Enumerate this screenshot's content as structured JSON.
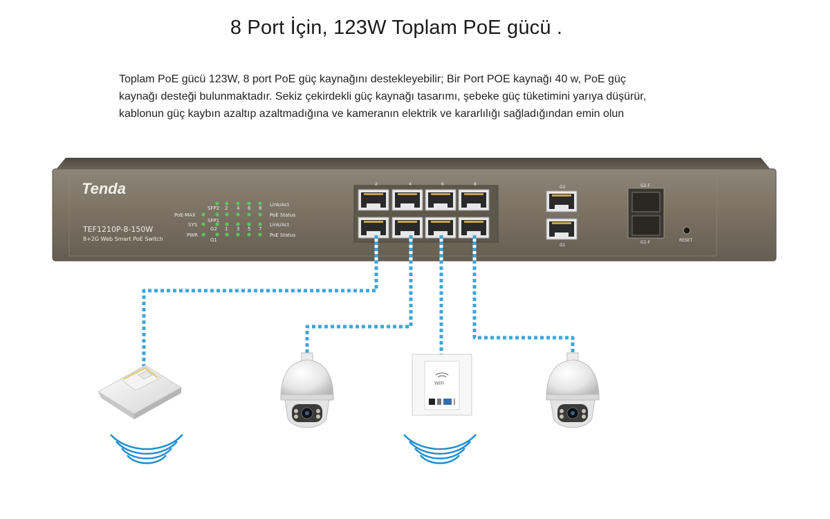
{
  "title": "8 Port İçin, 123W Toplam PoE gücü .",
  "description": "Toplam PoE gücü 123W, 8 port PoE güç kaynağını destekleyebilir; Bir Port POE kaynağı 40 w, PoE güç kaynağı desteği bulunmaktadır. Sekiz çekirdekli güç kaynağı tasarımı, şebeke güç tüketimini yarıya düşürür, kablonun güç kaybın azaltıp azaltmadığına ve kameranın elektrik ve kararlılığı sağladığından emin olun",
  "switch": {
    "brand": "Tenda",
    "model": "TEF1210P-8-150W",
    "subtitle": "8+2G Web Smart PoE Switch",
    "led_labels": {
      "sfp2": "SFP2",
      "poe_max": "PoE-MAX",
      "sfp1": "SFP1",
      "sys": "SYS",
      "g2": "G2",
      "pwr": "PWR",
      "g1": "G1",
      "link_act_top": "Link/Act",
      "poe_status_top": "PoE Status",
      "link_act_bottom": "Link/Act",
      "poe_status_bottom": "PoE Status",
      "top_numbers": [
        "2",
        "4",
        "6",
        "8"
      ],
      "bottom_numbers": [
        "1",
        "3",
        "5",
        "7"
      ]
    },
    "port_numbers_top": [
      "2",
      "4",
      "6",
      "8"
    ],
    "g2_label": "G2",
    "g1_label": "G1",
    "sfp_top_label": "G2-F",
    "sfp_bottom_label": "G1-F",
    "reset_label": "RESET"
  },
  "devices": {
    "access_point": "wireless access point",
    "camera_left": "PTZ dome camera",
    "wall_ap_label": "WiFi",
    "camera_right": "PTZ dome camera"
  },
  "colors": {
    "cable": "#3ea6dc",
    "chassis": "#7d7466",
    "led": "#5cc65a"
  }
}
